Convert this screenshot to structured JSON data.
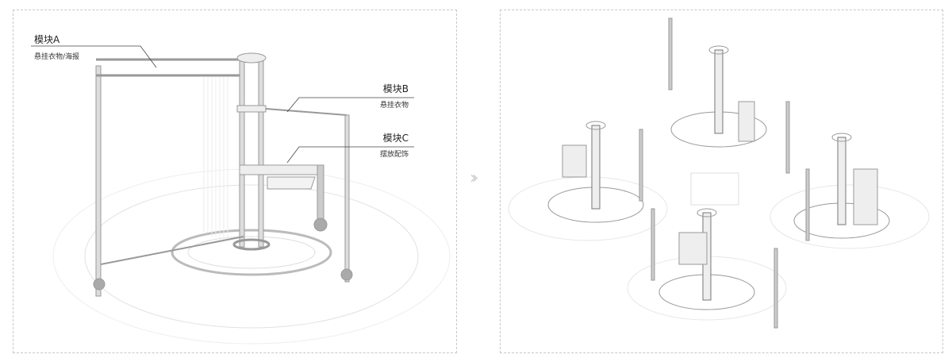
{
  "left_panel": {
    "modules": [
      {
        "title": "模块A",
        "subtitle": "悬挂衣物/海报"
      },
      {
        "title": "模块B",
        "subtitle": "悬挂衣物"
      },
      {
        "title": "模块C",
        "subtitle": "摆放配饰"
      }
    ]
  },
  "arrow_icon": "double-chevron-right-icon",
  "colors": {
    "line": "#9a9a9a",
    "dashed_border": "#c8c8c8",
    "text": "#222222"
  }
}
